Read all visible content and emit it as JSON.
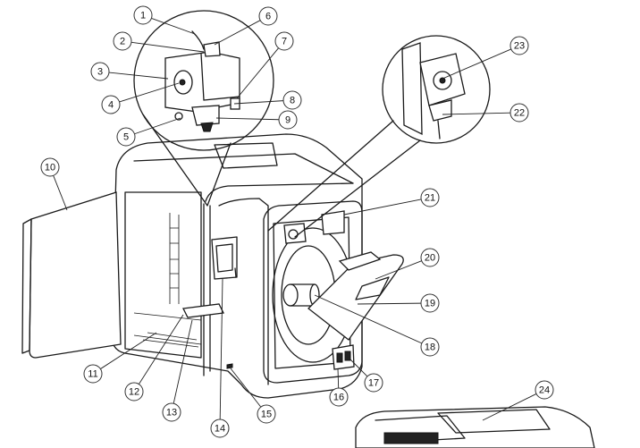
{
  "diagram": {
    "type": "exploded-parts-callout",
    "callouts": [
      "1",
      "2",
      "3",
      "4",
      "5",
      "6",
      "7",
      "8",
      "9",
      "10",
      "11",
      "12",
      "13",
      "14",
      "15",
      "16",
      "17",
      "18",
      "19",
      "20",
      "21",
      "22",
      "23",
      "24"
    ]
  }
}
